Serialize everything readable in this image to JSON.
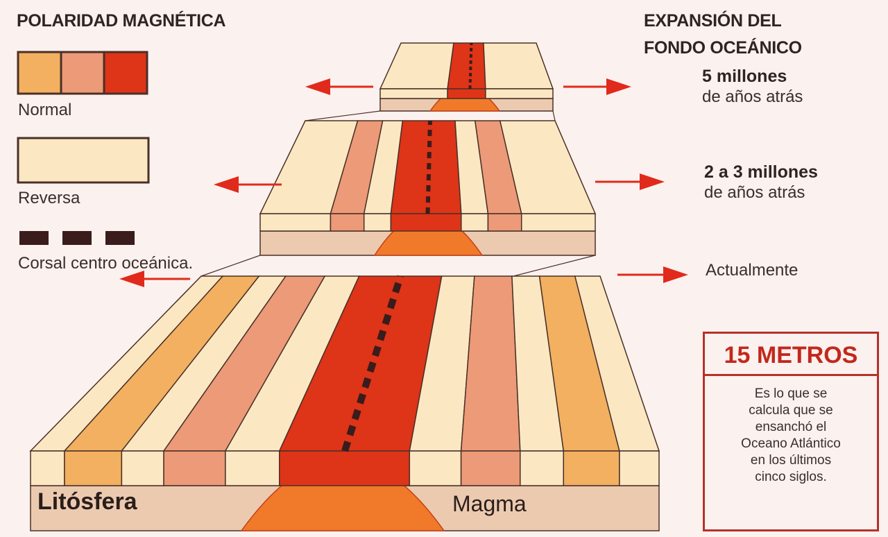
{
  "legend": {
    "title": "POLARIDAD MAGNÉTICA",
    "normal_label": "Normal",
    "reverse_label": "Reversa",
    "ridge_label": "Corsal centro oceánica."
  },
  "expansion": {
    "title_line1": "EXPANSIÓN DEL",
    "title_line2": "FONDO OCEÁNICO",
    "stage1_bold": "5 millones",
    "stage1_sub": "de años atrás",
    "stage2_bold": "2 a 3 millones",
    "stage2_sub": "de años atrás",
    "stage3": "Actualmente"
  },
  "labels": {
    "lithosphere": "Litósfera",
    "magma": "Magma"
  },
  "info_box": {
    "title": "15 METROS",
    "lines": [
      "Es lo que se",
      "calcula que se",
      "ensanchó el",
      "Oceano Atlántico",
      "en los últimos",
      "cinco siglos."
    ]
  },
  "colors": {
    "background": "#fbf1ee",
    "cream": "#fbe8c2",
    "orange": "#f2b060",
    "salmon": "#ec9a78",
    "red": "#de3418",
    "base": "#eccab0",
    "arrow": "#e02a1c",
    "ridge": "#3a1c1c"
  }
}
